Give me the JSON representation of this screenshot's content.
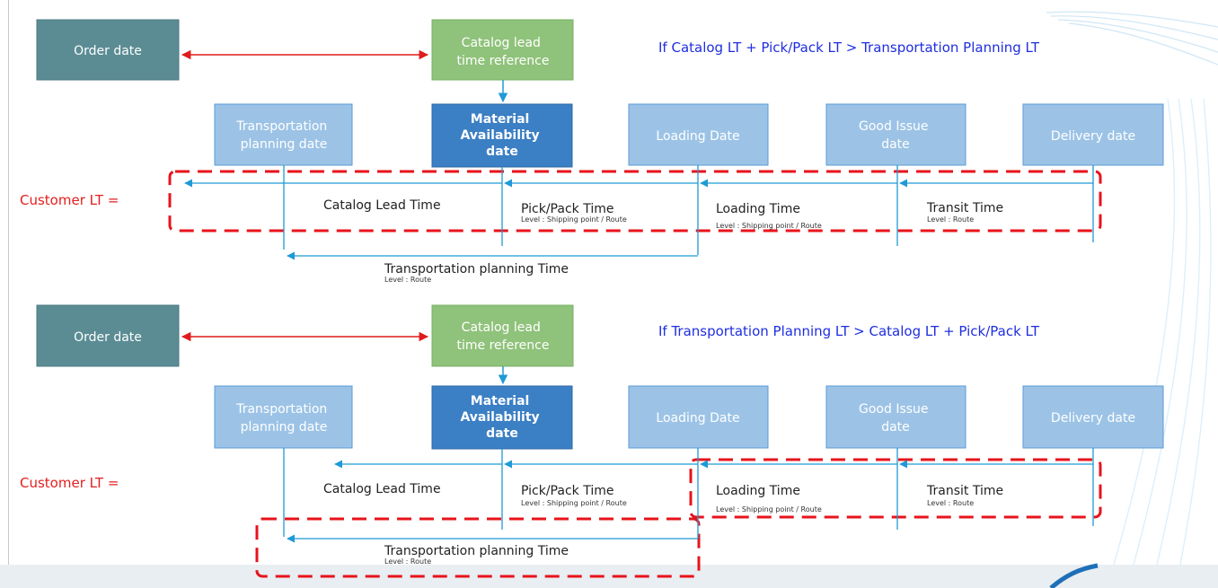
{
  "scenarios": [
    {
      "condition": "If Catalog LT + Pick/Pack LT > Transportation Planning LT",
      "customer_lt": "Customer LT =",
      "order_date": "Order date",
      "catalog_ref": [
        "Catalog lead",
        "time reference"
      ],
      "transport_planning_date": [
        "Transportation",
        "planning date"
      ],
      "material_availability": [
        "Material",
        "Availability",
        "date"
      ],
      "loading_date": "Loading Date",
      "good_issue": [
        "Good Issue",
        "date"
      ],
      "delivery_date": "Delivery date",
      "catalog_lead_time": "Catalog Lead Time",
      "pick_pack_time": "Pick/Pack Time",
      "pick_pack_level": "Level : Shipping point / Route",
      "loading_time": "Loading Time",
      "loading_level": "Level : Shipping point / Route",
      "transit_time": "Transit Time",
      "transit_level": "Level : Route",
      "transport_planning_time": "Transportation planning Time",
      "transport_planning_level": "Level : Route"
    },
    {
      "condition": "If Transportation Planning LT  > Catalog LT + Pick/Pack LT",
      "customer_lt": "Customer LT =",
      "order_date": "Order date",
      "catalog_ref": [
        "Catalog lead",
        "time reference"
      ],
      "transport_planning_date": [
        "Transportation",
        "planning date"
      ],
      "material_availability": [
        "Material",
        "Availability",
        "date"
      ],
      "loading_date": "Loading Date",
      "good_issue": [
        "Good Issue",
        "date"
      ],
      "delivery_date": "Delivery date",
      "catalog_lead_time": "Catalog Lead Time",
      "pick_pack_time": "Pick/Pack Time",
      "pick_pack_level": "Level : Shipping point / Route",
      "loading_time": "Loading Time",
      "loading_level": "Level : Shipping point / Route",
      "transit_time": "Transit Time",
      "transit_level": "Level : Route",
      "transport_planning_time": "Transportation planning Time",
      "transport_planning_level": "Level : Route"
    }
  ],
  "colors": {
    "order_box": "#5b8c94",
    "catalog_box": "#8fc27a",
    "light_box": "#9cc3e6",
    "light_box_border": "#5a9bd5",
    "material_box": "#3b7fc4",
    "arrow_blue": "#1e9ad6",
    "arrow_red": "#e01b1b",
    "highlight_dash": "#e8131b"
  }
}
